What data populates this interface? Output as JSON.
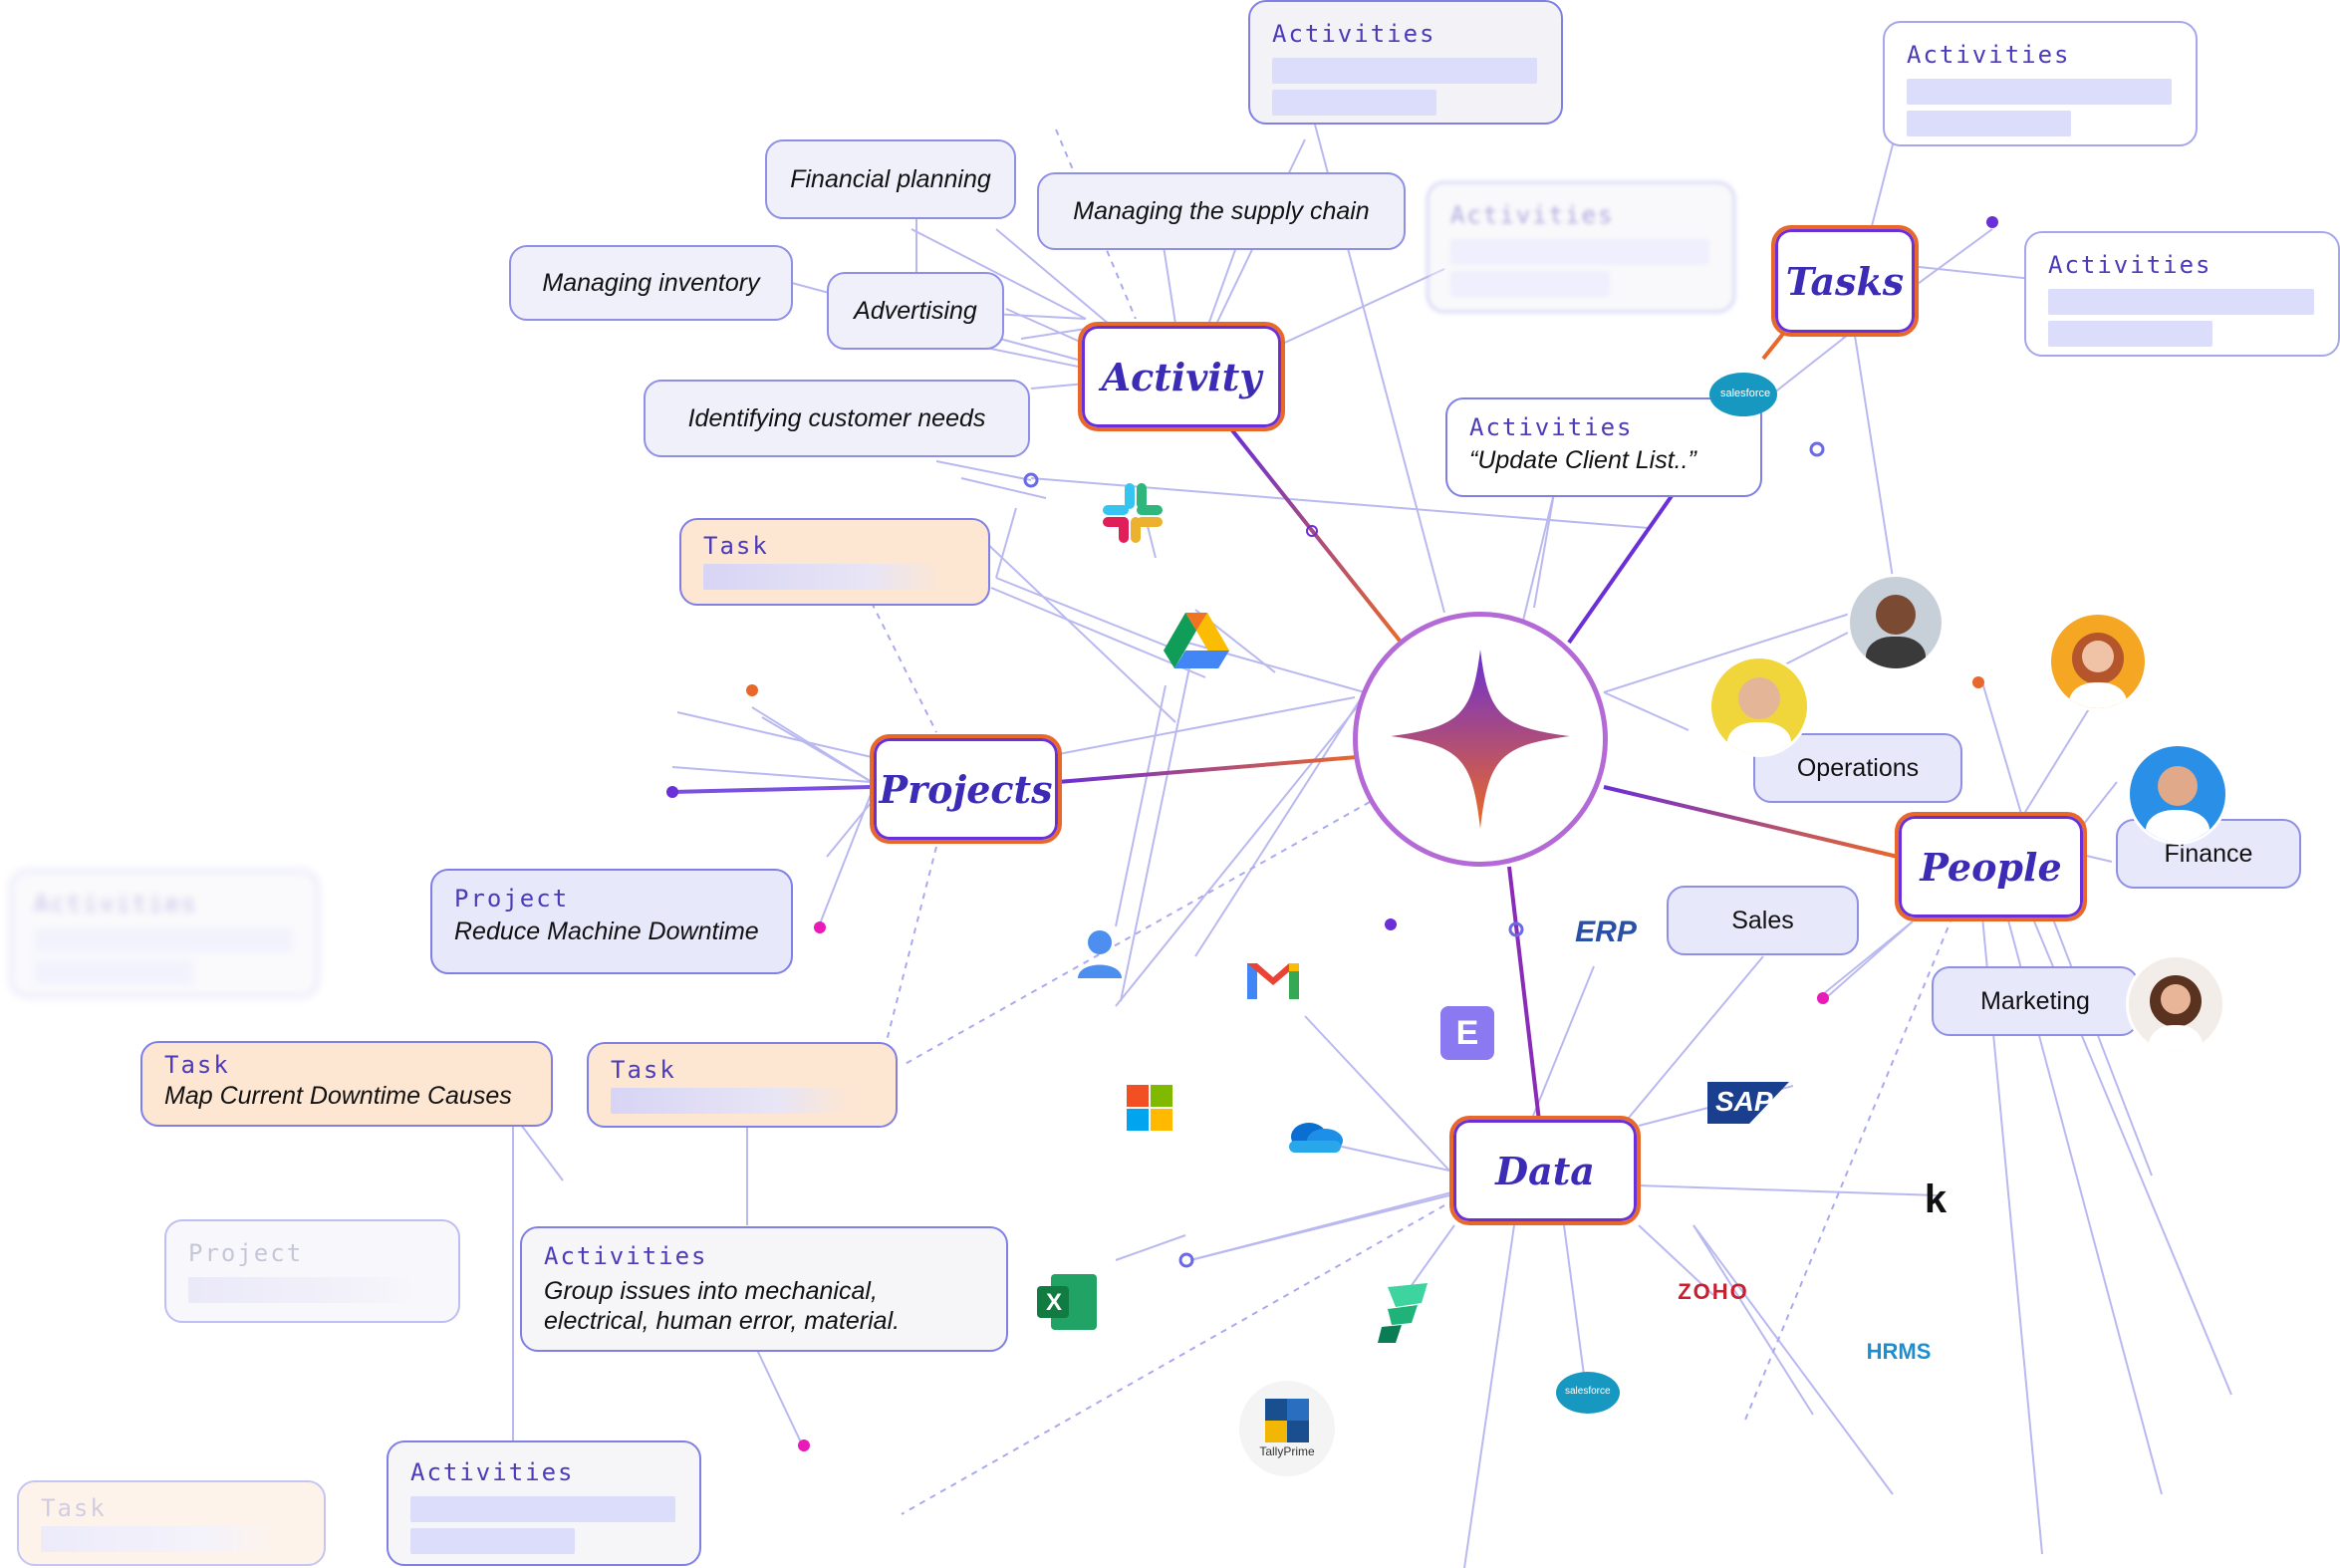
{
  "hubs": {
    "activity": "Activity",
    "tasks": "Tasks",
    "projects": "Projects",
    "people": "People",
    "data": "Data"
  },
  "activity_items": {
    "financial_planning": "Financial planning",
    "managing_inventory": "Managing inventory",
    "advertising": "Advertising",
    "identifying_needs": "Identifying customer needs",
    "supply_chain": "Managing the supply chain"
  },
  "cards": {
    "activities_label": "Activities",
    "task_label": "Task",
    "project_label": "Project",
    "update_client": "“Update Client List..”",
    "reduce_downtime": "Reduce Machine Downtime",
    "map_downtime": "Map Current Downtime Causes",
    "group_issues_line1": "Group issues into mechanical,",
    "group_issues_line2": "electrical, human error, material."
  },
  "people_items": {
    "operations": "Operations",
    "finance": "Finance",
    "sales": "Sales",
    "marketing": "Marketing"
  },
  "logos": {
    "salesforce": "salesforce",
    "erp": "ERP",
    "sap": "SAP",
    "zoho": "ZOHO",
    "hrms": "HRMS",
    "tally": "TallyPrime",
    "excel": "X",
    "e_app": "E",
    "k_app": "k"
  },
  "colors": {
    "accent_purple": "#4b3bb8",
    "hub_orange": "#e8672a",
    "card_border": "#7f7fe6",
    "task_fill": "#fde6d2"
  }
}
